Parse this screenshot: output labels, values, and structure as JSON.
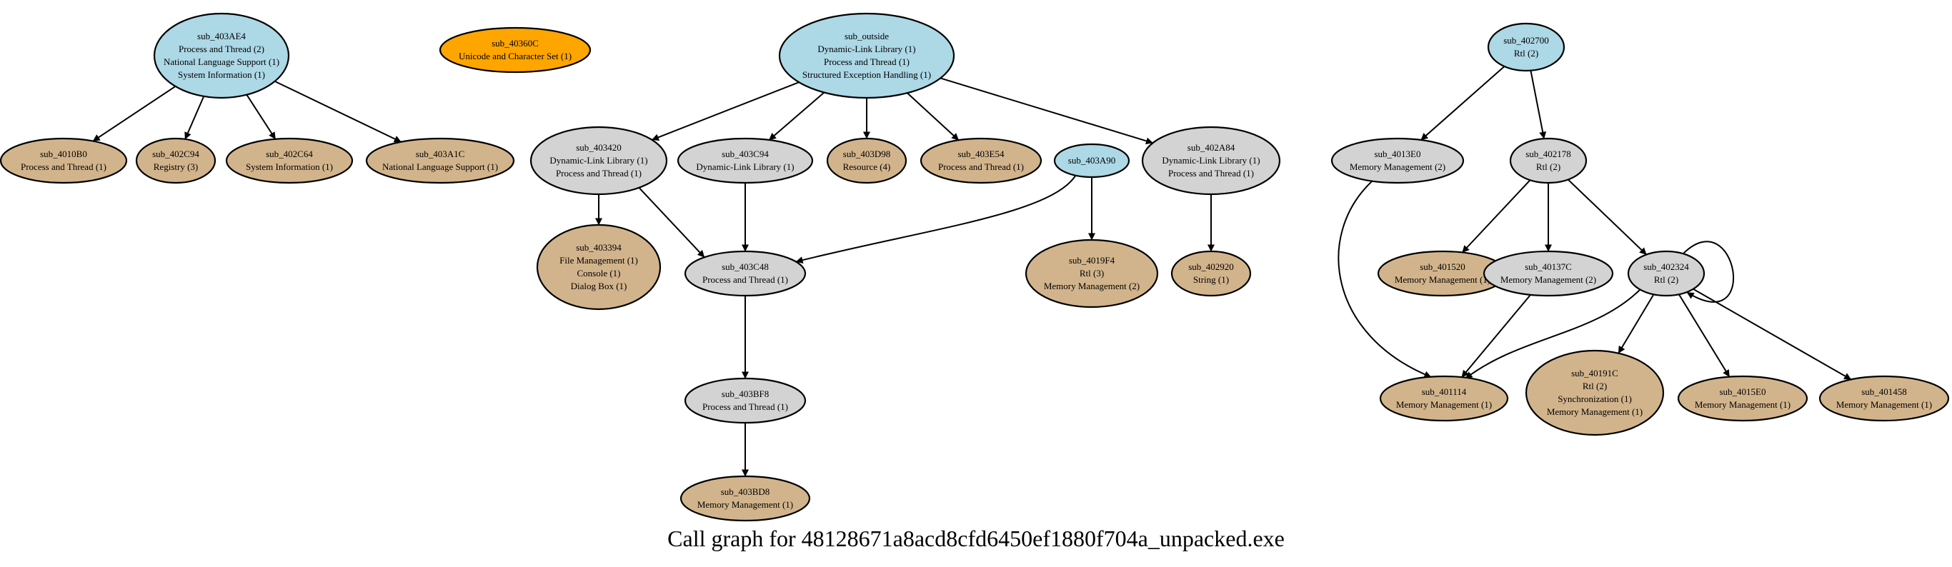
{
  "caption": "Call graph for 48128671a8acd8cfd6450ef1880f704a_unpacked.exe",
  "colors": {
    "root": "#add8e6",
    "internal": "#d3d3d3",
    "leaf": "#d2b48c",
    "orphan": "#ffa500"
  },
  "nodes": [
    {
      "id": "sub_403AE4",
      "type": "root",
      "lines": [
        "sub_403AE4",
        "Process and Thread (2)",
        "National Language Support (1)",
        "System Information (1)"
      ]
    },
    {
      "id": "sub_40360C",
      "type": "orphan",
      "lines": [
        "sub_40360C",
        "Unicode and Character Set (1)"
      ]
    },
    {
      "id": "sub_outside",
      "type": "root",
      "lines": [
        "sub_outside",
        "Dynamic-Link Library (1)",
        "Process and Thread (1)",
        "Structured Exception Handling (1)"
      ]
    },
    {
      "id": "sub_402700",
      "type": "root",
      "lines": [
        "sub_402700",
        "Rtl (2)"
      ]
    },
    {
      "id": "sub_4010B0",
      "type": "leaf",
      "lines": [
        "sub_4010B0",
        "Process and Thread (1)"
      ]
    },
    {
      "id": "sub_402C94",
      "type": "leaf",
      "lines": [
        "sub_402C94",
        "Registry (3)"
      ]
    },
    {
      "id": "sub_402C64",
      "type": "leaf",
      "lines": [
        "sub_402C64",
        "System Information (1)"
      ]
    },
    {
      "id": "sub_403A1C",
      "type": "leaf",
      "lines": [
        "sub_403A1C",
        "National Language Support (1)"
      ]
    },
    {
      "id": "sub_403420",
      "type": "internal",
      "lines": [
        "sub_403420",
        "Dynamic-Link Library (1)",
        "Process and Thread (1)"
      ]
    },
    {
      "id": "sub_403C94",
      "type": "internal",
      "lines": [
        "sub_403C94",
        "Dynamic-Link Library (1)"
      ]
    },
    {
      "id": "sub_403D98",
      "type": "leaf",
      "lines": [
        "sub_403D98",
        "Resource (4)"
      ]
    },
    {
      "id": "sub_403E54",
      "type": "leaf",
      "lines": [
        "sub_403E54",
        "Process and Thread (1)"
      ]
    },
    {
      "id": "sub_403A90",
      "type": "root",
      "lines": [
        "sub_403A90"
      ]
    },
    {
      "id": "sub_402A84",
      "type": "internal",
      "lines": [
        "sub_402A84",
        "Dynamic-Link Library (1)",
        "Process and Thread (1)"
      ]
    },
    {
      "id": "sub_4013E0",
      "type": "internal",
      "lines": [
        "sub_4013E0",
        "Memory Management (2)"
      ]
    },
    {
      "id": "sub_402178",
      "type": "internal",
      "lines": [
        "sub_402178",
        "Rtl (2)"
      ]
    },
    {
      "id": "sub_403394",
      "type": "leaf",
      "lines": [
        "sub_403394",
        "File Management (1)",
        "Console (1)",
        "Dialog Box (1)"
      ]
    },
    {
      "id": "sub_403C48",
      "type": "internal",
      "lines": [
        "sub_403C48",
        "Process and Thread (1)"
      ]
    },
    {
      "id": "sub_4019F4",
      "type": "leaf",
      "lines": [
        "sub_4019F4",
        "Rtl (3)",
        "Memory Management (2)"
      ]
    },
    {
      "id": "sub_402920",
      "type": "leaf",
      "lines": [
        "sub_402920",
        "String (1)"
      ]
    },
    {
      "id": "sub_401520",
      "type": "leaf",
      "lines": [
        "sub_401520",
        "Memory Management (1)"
      ]
    },
    {
      "id": "sub_40137C",
      "type": "internal",
      "lines": [
        "sub_40137C",
        "Memory Management (2)"
      ]
    },
    {
      "id": "sub_402324",
      "type": "internal",
      "lines": [
        "sub_402324",
        "Rtl (2)"
      ]
    },
    {
      "id": "sub_403BF8",
      "type": "internal",
      "lines": [
        "sub_403BF8",
        "Process and Thread (1)"
      ]
    },
    {
      "id": "sub_401114",
      "type": "leaf",
      "lines": [
        "sub_401114",
        "Memory Management (1)"
      ]
    },
    {
      "id": "sub_40191C",
      "type": "leaf",
      "lines": [
        "sub_40191C",
        "Rtl (2)",
        "Synchronization (1)",
        "Memory Management (1)"
      ]
    },
    {
      "id": "sub_4015E0",
      "type": "leaf",
      "lines": [
        "sub_4015E0",
        "Memory Management (1)"
      ]
    },
    {
      "id": "sub_401458",
      "type": "leaf",
      "lines": [
        "sub_401458",
        "Memory Management (1)"
      ]
    },
    {
      "id": "sub_403BD8",
      "type": "leaf",
      "lines": [
        "sub_403BD8",
        "Memory Management (1)"
      ]
    }
  ],
  "edges": [
    [
      "sub_403AE4",
      "sub_4010B0"
    ],
    [
      "sub_403AE4",
      "sub_402C94"
    ],
    [
      "sub_403AE4",
      "sub_402C64"
    ],
    [
      "sub_403AE4",
      "sub_403A1C"
    ],
    [
      "sub_outside",
      "sub_403420"
    ],
    [
      "sub_outside",
      "sub_403C94"
    ],
    [
      "sub_outside",
      "sub_403D98"
    ],
    [
      "sub_outside",
      "sub_403E54"
    ],
    [
      "sub_outside",
      "sub_402A84"
    ],
    [
      "sub_403420",
      "sub_403394"
    ],
    [
      "sub_403420",
      "sub_403C48"
    ],
    [
      "sub_403C94",
      "sub_403C48"
    ],
    [
      "sub_403A90",
      "sub_403C48"
    ],
    [
      "sub_403A90",
      "sub_4019F4"
    ],
    [
      "sub_402A84",
      "sub_402920"
    ],
    [
      "sub_403C48",
      "sub_403BF8"
    ],
    [
      "sub_403BF8",
      "sub_403BD8"
    ],
    [
      "sub_402700",
      "sub_4013E0"
    ],
    [
      "sub_402700",
      "sub_402178"
    ],
    [
      "sub_402178",
      "sub_401520"
    ],
    [
      "sub_402178",
      "sub_40137C"
    ],
    [
      "sub_402178",
      "sub_402324"
    ],
    [
      "sub_4013E0",
      "sub_401114"
    ],
    [
      "sub_40137C",
      "sub_401114"
    ],
    [
      "sub_402324",
      "sub_401114"
    ],
    [
      "sub_402324",
      "sub_40191C"
    ],
    [
      "sub_402324",
      "sub_4015E0"
    ],
    [
      "sub_402324",
      "sub_401458"
    ],
    [
      "sub_402324",
      "sub_402324"
    ]
  ]
}
